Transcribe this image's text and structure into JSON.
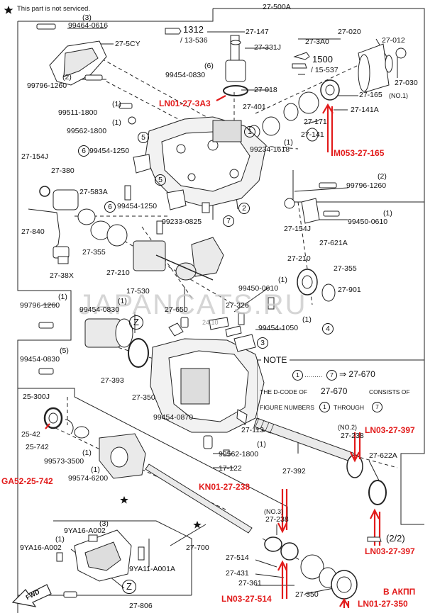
{
  "header": {
    "not_serviced_note": "This part is not serviced.",
    "assembly_no": "27-500A"
  },
  "labels": {
    "l1": "(3)",
    "l2": "99464-0616",
    "l3": "27-5CY",
    "l4": "(2)",
    "l5": "99796-1260",
    "l6": "1312",
    "l7": "/ 13-536",
    "l8": "(6)",
    "l9": "99454-0830",
    "l10": "27-147",
    "l11": "27-331J",
    "l12": "27-3A0",
    "l13": "27-018",
    "l14": "1500",
    "l15": "/ 15-537",
    "l16": "27-020",
    "l17": "27-012",
    "l18": "27-030",
    "l19": "27-165",
    "l19b": "(NO.1)",
    "l20": "27-401",
    "l21": "27-141A",
    "l22": "27-171",
    "l23": "27-141",
    "l24": "(1)",
    "l25": "99234-1618",
    "l26": "(1)",
    "l27": "99511-1800",
    "l28": "(1)",
    "l29": "99562-1800",
    "l30": "99454-1250",
    "l31": "27-154J",
    "l32": "27-380",
    "l33": "27-583A",
    "l34": "99454-1250",
    "l35": "(2)",
    "l36": "99796-1260",
    "l37": "27-840",
    "l38": "27-355",
    "l39": "27-210",
    "l40": "27-38X",
    "l41": "99233-0825",
    "l42": "27-154J",
    "l43": "(1)",
    "l44": "99450-0610",
    "l45": "27-621A",
    "l46": "27-210",
    "l47": "27-355",
    "l48": "27-901",
    "l49": "(1)",
    "l50": "99450-0610",
    "l51": "(1)",
    "l52": "99796-1260",
    "l53": "(1)",
    "l54": "99454-0830",
    "l55": "17-530",
    "l56": "27-650",
    "l57": "27-326",
    "l58": "(1)",
    "l59": "99454-1050",
    "l60": "(5)",
    "l61": "99454-0830",
    "l62": "27-393",
    "l63": "27-350",
    "l64": "25-300J",
    "l65": "25-42",
    "l66": "25-742",
    "l67": "(1)",
    "l68": "99573-3500",
    "l69": "(1)",
    "l70": "99574-6200",
    "l71": "99454-0870",
    "l72": "27-113",
    "l73": "99562-1800",
    "l73b": "(1)",
    "l74": "17-122",
    "l75": "27-392",
    "l76": "(NO.2)",
    "l77": "27-238",
    "l78": "27-622A",
    "l79": "(NO.3)",
    "l80": "27-238",
    "l81": "(3)",
    "l82": "9YA16-A002",
    "l83": "(1)",
    "l84": "9YA16-A002",
    "l85": "9YA11-A001A",
    "l86": "27-700",
    "l87": "27-514",
    "l88": "27-431",
    "l89": "27-361",
    "l90": "27-350",
    "l91": "27-806",
    "l92": "(2/2)",
    "l93": "FWD",
    "l94": "24.10"
  },
  "markers": {
    "m1": "1",
    "m2": "2",
    "m3": "3",
    "m4": "4",
    "m5": "5",
    "m5b": "5",
    "m6": "6",
    "m6b": "6",
    "m7": "7",
    "mz1": "Z",
    "mz2": "Z"
  },
  "red_labels": {
    "r1": "LN01-27-3A3",
    "r2": "M053-27-165",
    "r3": "LN03-27-397",
    "r4": "GA52-25-742",
    "r5": "KN01-27-238",
    "r6": "LN03-27-397",
    "r7": "LN03-27-514",
    "r8": "В АКПП",
    "r9": "LN01-27-350"
  },
  "note": {
    "title": "NOTE",
    "from": "1",
    "to": "7",
    "arrow_part": "⇒ 27-670",
    "line1_a": "THE D-CODE OF",
    "line1_part": "27-670",
    "line1_b": "CONSISTS OF",
    "line2_a": "FIGURE NUMBERS",
    "line2_b": "THROUGH"
  },
  "watermark": "JAPANCATS.RU",
  "colors": {
    "annotation_red": "#e21b1b",
    "line": "#222222"
  }
}
